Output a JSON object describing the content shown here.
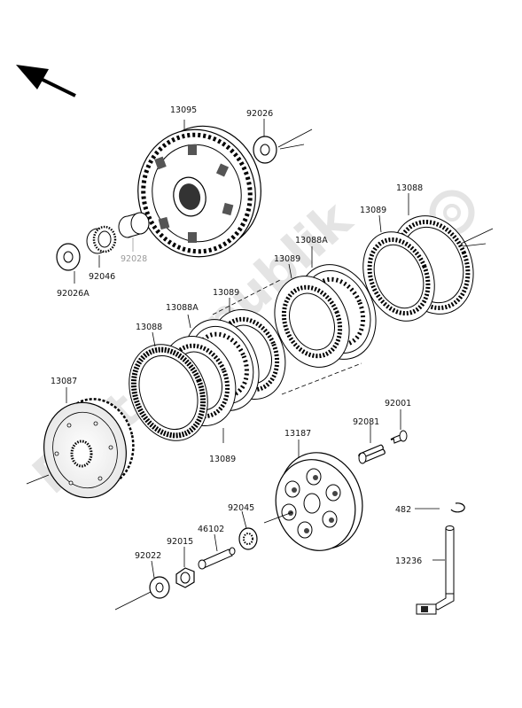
{
  "watermark": {
    "text": "PartsRepublik",
    "icon": "gear-icon"
  },
  "direction_arrow_icon": "front-arrow-icon",
  "parts": {
    "p13095": "13095",
    "p92026": "92026",
    "p92026A": "92026A",
    "p92046": "92046",
    "p92028": "92028",
    "p13088_top": "13088",
    "p13089_top": "13089",
    "p13088A_mid": "13088A",
    "p13089_mid": "13089",
    "p13089_left": "13089",
    "p13088A_left": "13088A",
    "p13088_left": "13088",
    "p13089_bottom": "13089",
    "p13087": "13087",
    "p92001": "92001",
    "p92081": "92081",
    "p13187": "13187",
    "p92045": "92045",
    "p46102": "46102",
    "p92015": "92015",
    "p92022": "92022",
    "p482": "482",
    "p13236": "13236"
  }
}
